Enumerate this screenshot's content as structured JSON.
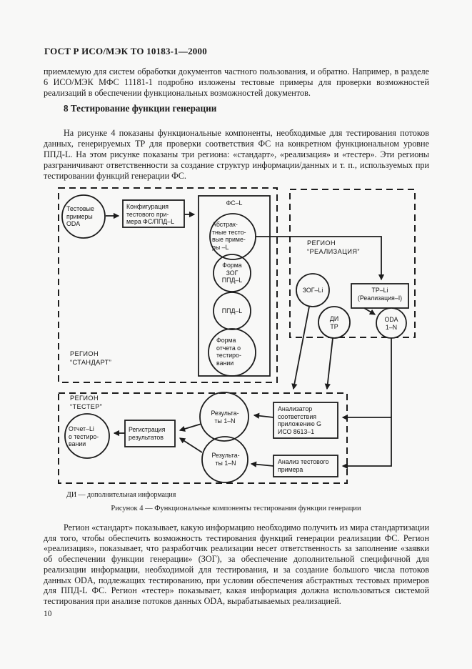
{
  "page": {
    "header": "ГОСТ Р ИСО/МЭК ТО 10183-1—2000",
    "number": "10"
  },
  "text": {
    "intro": "приемлемую для систем обработки документов частного пользования, и обратно. Например, в разделе 6 ИСО/МЭК МФС 11181-1 подробно изложены тестовые примеры для проверки возможностей реализаций в обеспечении функциональных возможностей документов.",
    "heading": "8 Тестирование функции генерации",
    "para": "На рисунке 4 показаны функциональные компоненты, необходимые для тестирования потоков данных, генерируемых ТР для проверки соответствия ФС на конкретном функциональном уровне ППД-L. На этом рисунке показаны три региона: «стандарт», «реализация» и «тестер». Эти регионы разграничивают ответственности за создание структур информации/данных и т. п., используемых при тестировании функций генерации ФС.",
    "closing": "Регион «стандарт» показывает, какую информацию необходимо получить из мира стандартизации для того, чтобы обеспечить возможность тестирования функций генерации реализации ФС. Регион «реализация», показывает, что разработчик реализации несет ответственность за заполнение «заявки об обеспечении функции генерации» (ЗОГ), за обеспечение дополнительной специфичной для реализации информации, необходимой для тестирования, и за создание большого числа потоков данных ODA, подлежащих тестированию, при условии обеспечения абстрактных тестовых примеров для ППД-L ФС. Регион «тестер» показывает, какая информация должна использоваться системой тестирования при анализе потоков данных ODA, вырабатываемых реализацией."
  },
  "fig": {
    "legend": "ДИ — дополнительная информация",
    "caption": "Рисунок 4 — Функциональные компоненты тестирования функции генерации",
    "labels": {
      "fsl": "ФС–L",
      "test": "Тестовые\nпримеры\nODA",
      "config": "Конфигурация\nтестового при-\nмера ФС/ППД–L",
      "abstract": "Абстрак-\nтные тесто-\nвые приме-\nры –L",
      "form_zog": "Форма\nЗОГ\nППД–L",
      "ppdl": "ППД–L",
      "form_report": "Форма\nотчета о\nтестиро-\nвании",
      "region_standard": "РЕГИОН\n“СТАНДАРТ”",
      "region_impl": "РЕГИОН\n“РЕАЛИЗАЦИЯ”",
      "region_tester": "РЕГИОН\n“ТЕСТЕР”",
      "zog_li": "ЗОГ–Li",
      "tr_li": "ТР–Li\n(Реализация–I)",
      "di_tr": "ДИ\nТР",
      "oda": "ODA\n1–N",
      "report": "Отчет–Li\nо тестиро-\nвании",
      "registration": "Регистрация\nрезультатов",
      "results_top": "Результа-\nты 1–N",
      "results_bottom": "Результа-\nты 1–N",
      "analyzer": "Анализатор\nсоответствия\nприложению G\nИСО 8613–1",
      "analysis": "Анализ тестового\nпримера"
    }
  }
}
